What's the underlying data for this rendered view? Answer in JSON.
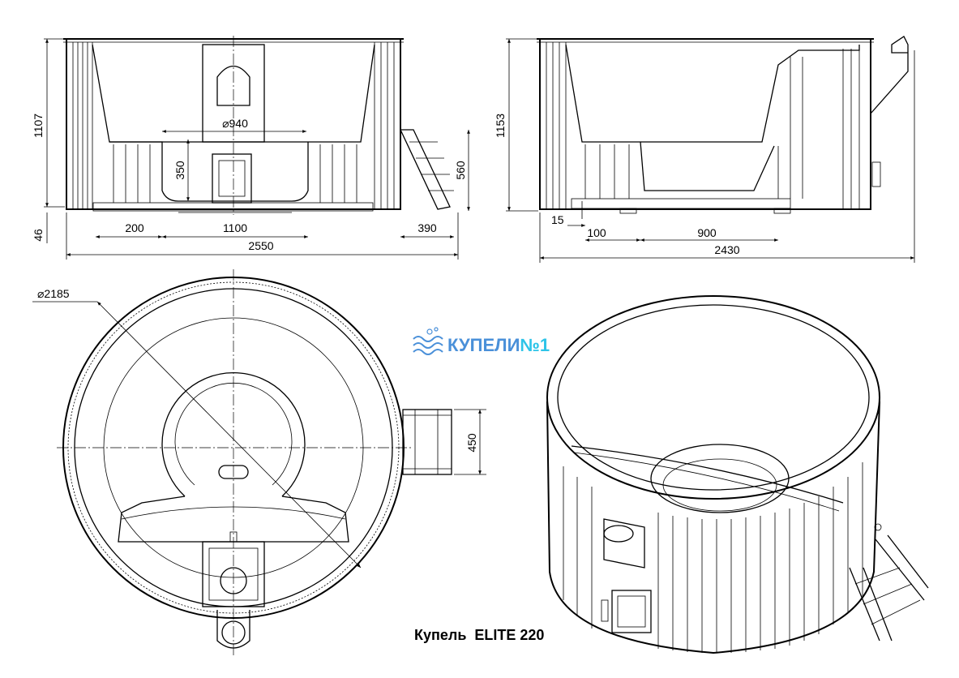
{
  "front_view": {
    "height_label": "1107",
    "bowl_diameter_label": "⌀940",
    "depth_label": "350",
    "ladder_height_label": "560",
    "base_offset_label": "46",
    "left_offset_label": "200",
    "base_width_label": "1100",
    "ladder_width_label": "390",
    "overall_width_label": "2550"
  },
  "side_view": {
    "height_label": "1153",
    "gap_label": "15",
    "step_offset_label": "100",
    "bench_width_label": "900",
    "overall_width_label": "2430"
  },
  "top_view": {
    "diameter_label": "⌀2185",
    "ladder_width_label": "450"
  },
  "logo": {
    "text_main": "КУПЕЛИ",
    "text_number": "№1",
    "color_main": "#4a90d9",
    "color_number": "#2ec4e8"
  },
  "caption": {
    "text": "Купель  ELITE 220"
  }
}
